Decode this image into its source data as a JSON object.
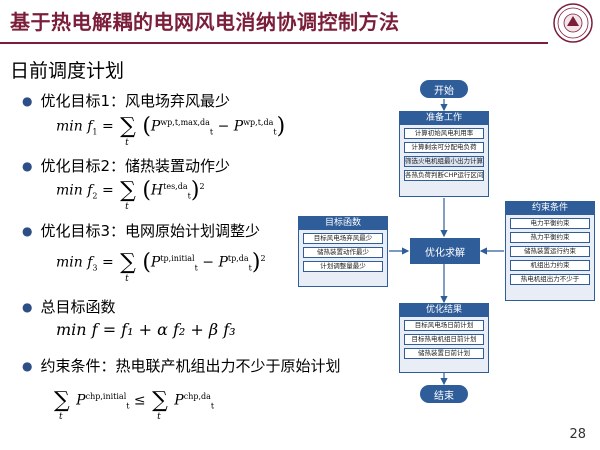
{
  "slide": {
    "title": "基于热电解耦的电网风电消纳协调控制方法",
    "subtitle": "日前调度计划",
    "page_number": "28"
  },
  "bullets": [
    {
      "label": "优化目标1：风电场弃风最少"
    },
    {
      "label": "优化目标2：储热装置动作少"
    },
    {
      "label": "优化目标3：电网原始计划调整少"
    },
    {
      "label": "总目标函数"
    },
    {
      "label": "约束条件：热电联产机组出力不少于原始计划"
    }
  ],
  "formulas": {
    "f1_lhs": "min f",
    "f1_sub": "1",
    "f1_P1_sup": "wp,t,max,da",
    "f1_P1_sub": "t",
    "f1_P2_sup": "wp,t,da",
    "f1_P2_sub": "t",
    "f2_lhs": "min f",
    "f2_sub": "2",
    "f2_H_sup": "tes,da",
    "f2_H_sub": "t",
    "f3_lhs": "min f",
    "f3_sub": "3",
    "f3_P1_sup": "tp,initial",
    "f3_P1_sub": "t",
    "f3_P2_sup": "tp,da",
    "f3_P2_sub": "t",
    "total": "min f = f₁ + α f₂ + β f₃",
    "c_P1_sup": "chp,initial",
    "c_P1_sub": "t",
    "c_P2_sup": "chp,da",
    "c_P2_sub": "t",
    "sum_index": "t"
  },
  "flowchart": {
    "start": "开始",
    "prep": {
      "header": "准备工作",
      "items": [
        "计算初始风电利用率",
        "计算剩余可分配电负荷",
        "筛选火电机组最小出力计算",
        "各热负荷判断CHP运行区间"
      ]
    },
    "objective": {
      "header": "目标函数",
      "items": [
        "目标风电场弃风最少",
        "储热装置动作最少",
        "计划调整量最少"
      ]
    },
    "constraints": {
      "header": "约束条件",
      "items": [
        "电力平衡约束",
        "热力平衡约束",
        "储热装置运行约束",
        "机组出力约束",
        "热电机组出力不少于"
      ]
    },
    "solve": "优化求解",
    "result": {
      "header": "优化结果",
      "items": [
        "目标风电场日前计划",
        "目标热电机组日前计划",
        "储热装置日前计划"
      ]
    },
    "end": "结束"
  }
}
